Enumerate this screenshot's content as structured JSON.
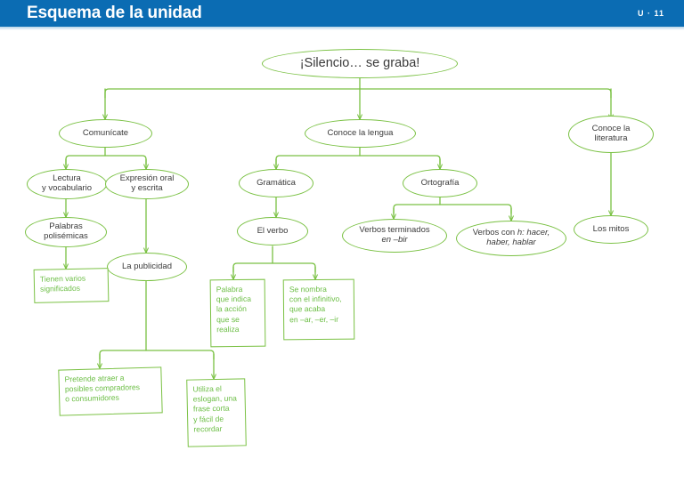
{
  "header": {
    "title": "Esquema de la unidad",
    "unit_label": "U · 11",
    "bar_color": "#0b6cb3"
  },
  "diagram": {
    "accent_color": "#7ac143",
    "box_text_color": "#6cbe45",
    "ellipse_text_color": "#3a3a3a",
    "root": {
      "label": "¡Silencio… se graba!"
    },
    "nodes": {
      "comunicate": "Comunícate",
      "conoce_lengua": "Conoce la lengua",
      "conoce_literatura_l1": "Conoce la",
      "conoce_literatura_l2": "literatura",
      "lectura_l1": "Lectura",
      "lectura_l2": "y vocabulario",
      "expresion_l1": "Expresión oral",
      "expresion_l2": "y escrita",
      "gramatica": "Gramática",
      "ortografia": "Ortografía",
      "palabras_l1": "Palabras",
      "palabras_l2": "polisémicas",
      "el_verbo": "El verbo",
      "verbos_bir_l1": "Verbos terminados",
      "verbos_bir_l2": "en –bir",
      "verbos_h_pre": "Verbos con ",
      "verbos_h_italic1": "h: hacer,",
      "verbos_h_italic2": "haber, hablar",
      "los_mitos": "Los mitos",
      "la_publicidad": "La publicidad"
    },
    "boxes": {
      "significados_l1": "Tienen varios",
      "significados_l2": "significados",
      "palabra_indica_l1": "Palabra",
      "palabra_indica_l2": "que indica",
      "palabra_indica_l3": "la acción",
      "palabra_indica_l4": "que se",
      "palabra_indica_l5": "realiza",
      "infinitivo_l1": "Se nombra",
      "infinitivo_l2": "con el infinitivo,",
      "infinitivo_l3": "que acaba",
      "infinitivo_l4": "en –ar, –er, –ir",
      "pretende_l1": "Pretende atraer a",
      "pretende_l2": "posibles compradores",
      "pretende_l3": "o consumidores",
      "eslogan_l1": "Utiliza el",
      "eslogan_l2": "eslogan, una",
      "eslogan_l3": "frase corta",
      "eslogan_l4": "y fácil de",
      "eslogan_l5": "recordar"
    }
  }
}
